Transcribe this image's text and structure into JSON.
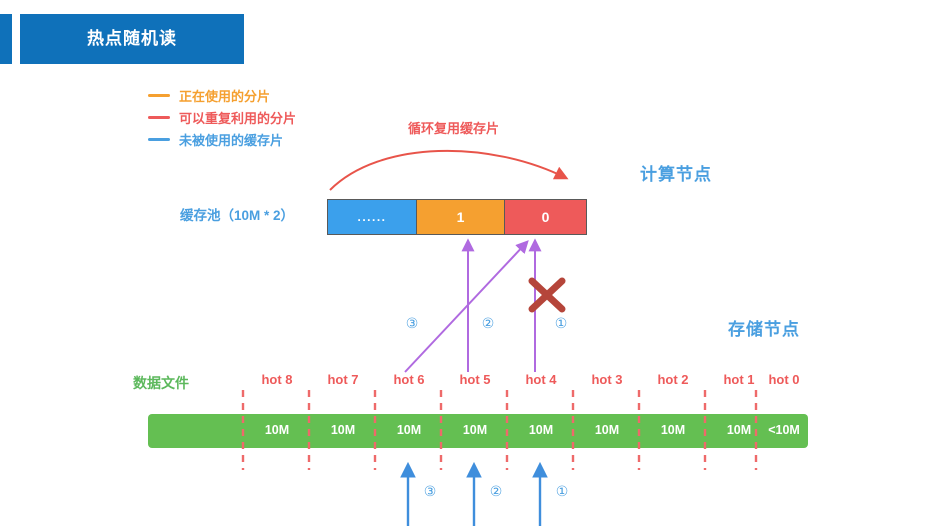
{
  "header": {
    "title": "热点随机读",
    "bar_color": "#0f71ba",
    "text_color": "#ffffff"
  },
  "legend": {
    "items": [
      {
        "label": "正在使用的分片",
        "color": "#f5a030",
        "icon": "dash-line-icon"
      },
      {
        "label": "可以重复利用的分片",
        "color": "#ee5a5a",
        "icon": "dash-line-icon"
      },
      {
        "label": "未被使用的缓存片",
        "color": "#4a9fe0",
        "icon": "dash-line-icon"
      }
    ]
  },
  "compute_node": {
    "title": "计算节点",
    "title_color": "#4a9fe0",
    "cache_pool_label": "缓存池（10M * 2）",
    "reuse_arrow_label": "循环复用缓存片",
    "reuse_arrow_color": "#ee5a5a",
    "cache_cells": [
      {
        "text": "......",
        "color": "#3ba0ec",
        "state": "unused"
      },
      {
        "text": "1",
        "color": "#f5a030",
        "state": "in-use"
      },
      {
        "text": "0",
        "color": "#ee5a5a",
        "state": "reusable"
      }
    ],
    "blocked_marker": "✕",
    "blocked_marker_color": "#b5453a"
  },
  "storage_node": {
    "title": "存储节点",
    "title_color": "#4a9fe0",
    "data_file_label": "数据文件",
    "data_file_label_color": "#5cb85c",
    "bar_color": "#64bf52",
    "divider_color": "#ee6a6a",
    "segments": [
      {
        "hot": "hot 8",
        "size": "10M"
      },
      {
        "hot": "hot 7",
        "size": "10M"
      },
      {
        "hot": "hot 6",
        "size": "10M"
      },
      {
        "hot": "hot 5",
        "size": "10M"
      },
      {
        "hot": "hot 4",
        "size": "10M"
      },
      {
        "hot": "hot 3",
        "size": "10M"
      },
      {
        "hot": "hot 2",
        "size": "10M"
      },
      {
        "hot": "hot 1",
        "size": "10M"
      },
      {
        "hot": "hot 0",
        "size": "<10M"
      }
    ]
  },
  "flows": {
    "upper_arrow_color": "#b06ae0",
    "lower_arrow_color": "#3f8edc",
    "step_label_color": "#4a9fe0",
    "upper_steps": [
      {
        "label": "③",
        "from": "hot 6",
        "to": "cache 0"
      },
      {
        "label": "②",
        "from": "hot 5",
        "to": "cache 1"
      },
      {
        "label": "①",
        "from": "hot 4",
        "to": "cache 0",
        "blocked": true
      }
    ],
    "lower_steps": [
      {
        "label": "③",
        "from": "hot 6"
      },
      {
        "label": "②",
        "from": "hot 5"
      },
      {
        "label": "①",
        "from": "hot 4"
      }
    ]
  }
}
